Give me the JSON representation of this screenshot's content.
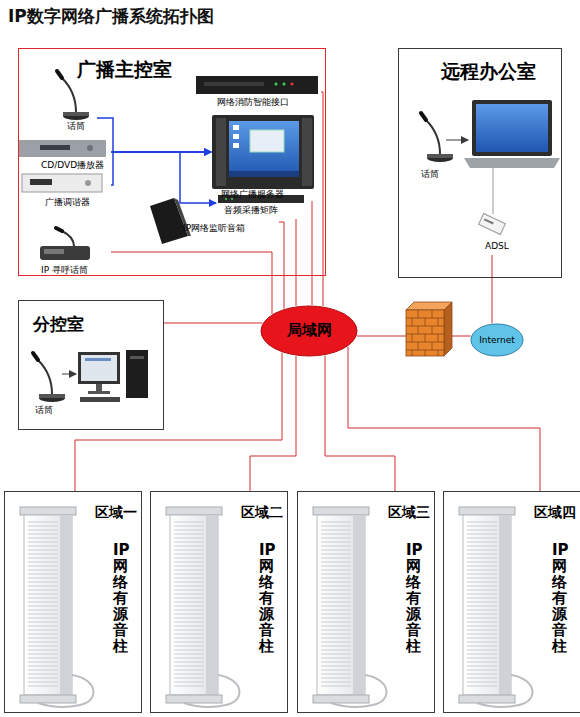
{
  "diagram": {
    "title": "IP数字网络广播系统拓扑图",
    "nodes": [
      {
        "text": [
          "广播主控室"
        ]
      },
      {
        "text": [
          "网络消防智能接口"
        ],
        "in": 0
      },
      {
        "text": [
          "话筒"
        ],
        "in": 0
      },
      {
        "text": [
          "CD/DVD播放器"
        ],
        "in": 0
      },
      {
        "text": [
          "网络广播服务器"
        ],
        "in": 0
      },
      {
        "text": [
          "广播调谐器"
        ],
        "in": 0
      },
      {
        "text": [
          "音频采播矩阵"
        ],
        "in": 0
      },
      {
        "text": [
          "IP网络监听音箱"
        ],
        "in": 0
      },
      {
        "text": [
          "IP 寻呼话筒"
        ],
        "in": 0
      },
      {
        "text": [
          "远程办公室"
        ]
      },
      {
        "text": [
          "话筒"
        ],
        "in": 9
      },
      {
        "text": [
          "ADSL"
        ],
        "in": 9
      },
      {
        "text": [
          "分控室"
        ]
      },
      {
        "text": [
          "话筒"
        ],
        "in": 12
      },
      {
        "text": [
          "局域网"
        ]
      },
      {
        "text": [
          "Internet"
        ]
      },
      {
        "text": [
          "区域一",
          "IP网络有源音柱"
        ]
      },
      {
        "text": [
          "区域二",
          "IP网络有源音柱"
        ]
      },
      {
        "text": [
          "区域三",
          "IP网络有源音柱"
        ]
      },
      {
        "text": [
          "区域四",
          "IP网络有源音柱"
        ]
      }
    ],
    "edges": [
      {
        "from": 2,
        "to": 4,
        "arrow": "to"
      },
      {
        "from": 3,
        "to": 4,
        "arrow": "to"
      },
      {
        "from": 5,
        "to": 4,
        "arrow": "to"
      },
      {
        "from": 3,
        "to": 6,
        "arrow": "to"
      },
      {
        "from": 1,
        "to": 14,
        "arrow": "none"
      },
      {
        "from": 4,
        "to": 14,
        "arrow": "none"
      },
      {
        "from": 6,
        "to": 14,
        "arrow": "none"
      },
      {
        "from": 7,
        "to": 14,
        "arrow": "none"
      },
      {
        "from": 8,
        "to": 14,
        "arrow": "none"
      },
      {
        "from": 12,
        "to": 14,
        "arrow": "none"
      },
      {
        "from": 14,
        "to": 15,
        "arrow": "none"
      },
      {
        "from": 15,
        "to": 11,
        "arrow": "none"
      },
      {
        "from": 14,
        "to": 16,
        "arrow": "none"
      },
      {
        "from": 14,
        "to": 17,
        "arrow": "none"
      },
      {
        "from": 14,
        "to": 18,
        "arrow": "none"
      },
      {
        "from": 14,
        "to": 19,
        "arrow": "none"
      }
    ]
  }
}
